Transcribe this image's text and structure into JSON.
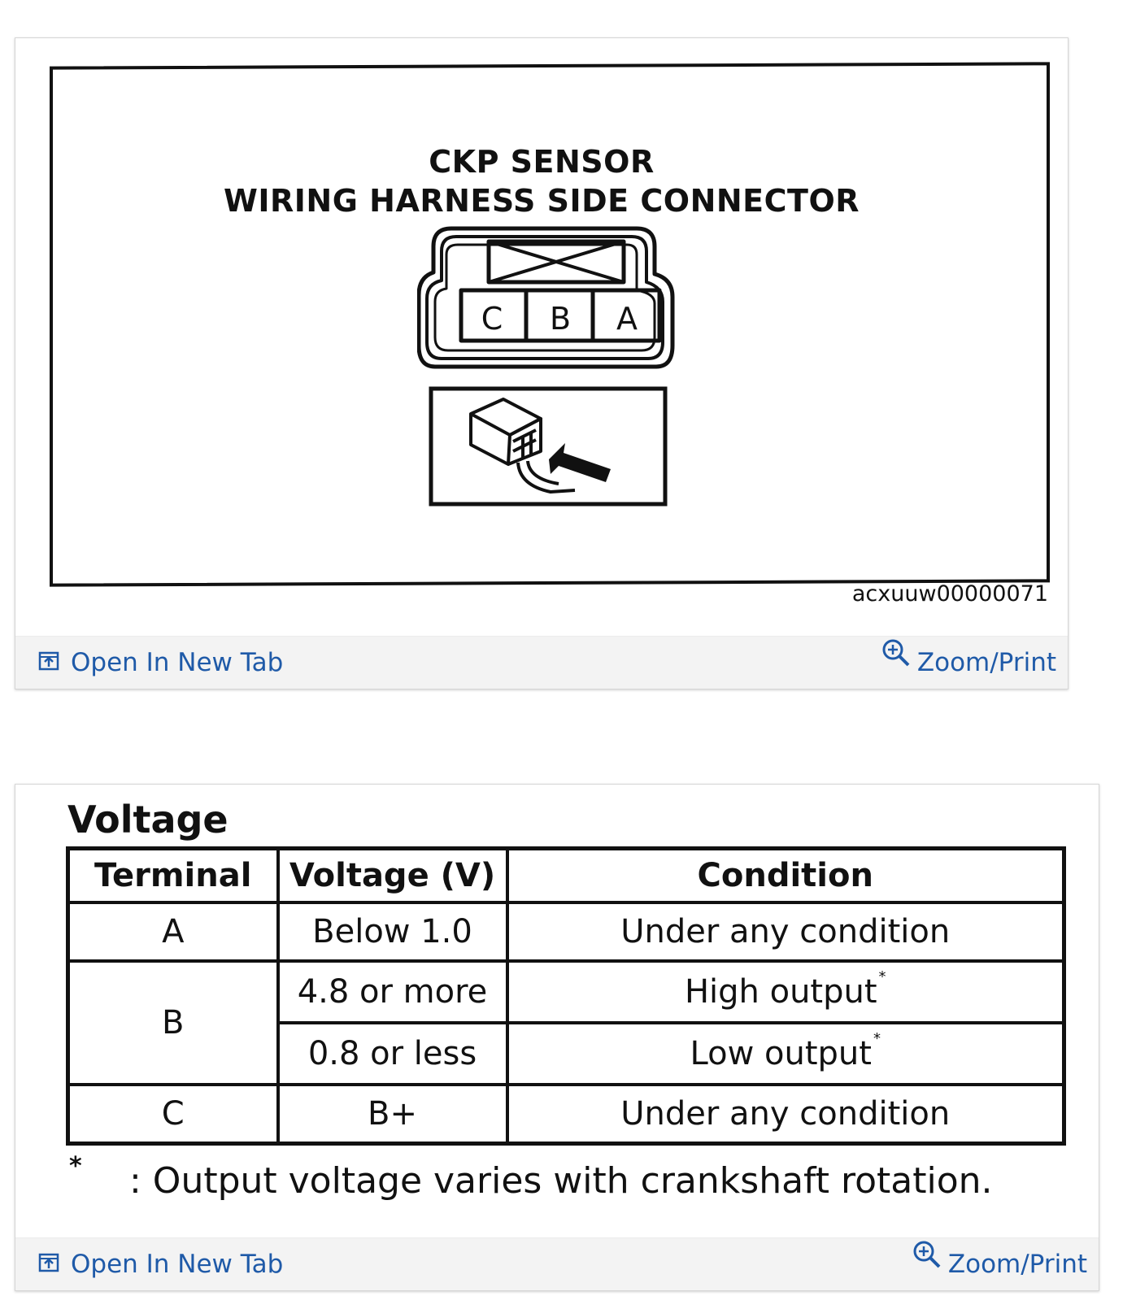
{
  "diagram_card": {
    "title_line1": "CKP SENSOR",
    "title_line2": "WIRING HARNESS SIDE CONNECTOR",
    "terminals": [
      "C",
      "B",
      "A"
    ],
    "image_ref": "acxuuw00000071",
    "footer": {
      "open_label": "Open In New Tab",
      "open_icon": "open-new-tab-icon",
      "zoom_label": "Zoom/Print",
      "zoom_icon": "magnifier-zoom-icon"
    }
  },
  "voltage_card": {
    "title": "Voltage",
    "headers": [
      "Terminal",
      "Voltage (V)",
      "Condition"
    ],
    "rows": [
      {
        "terminal": "A",
        "voltage": "Below 1.0",
        "condition": "Under any condition"
      },
      {
        "terminal": "B",
        "voltage": "4.8 or more",
        "condition": "High output",
        "marker": "*"
      },
      {
        "terminal": "",
        "voltage": "0.8 or less",
        "condition": "Low output",
        "marker": "*"
      },
      {
        "terminal": "C",
        "voltage": "B+",
        "condition": "Under any condition"
      }
    ],
    "note_marker": "*",
    "note_text": ": Output voltage varies with crankshaft rotation.",
    "footer": {
      "open_label": "Open In New Tab",
      "open_icon": "open-new-tab-icon",
      "zoom_label": "Zoom/Print",
      "zoom_icon": "magnifier-zoom-icon"
    }
  },
  "colors": {
    "link": "#1f5aa8",
    "footer_bg": "#f3f3f3",
    "ink": "#111111"
  }
}
